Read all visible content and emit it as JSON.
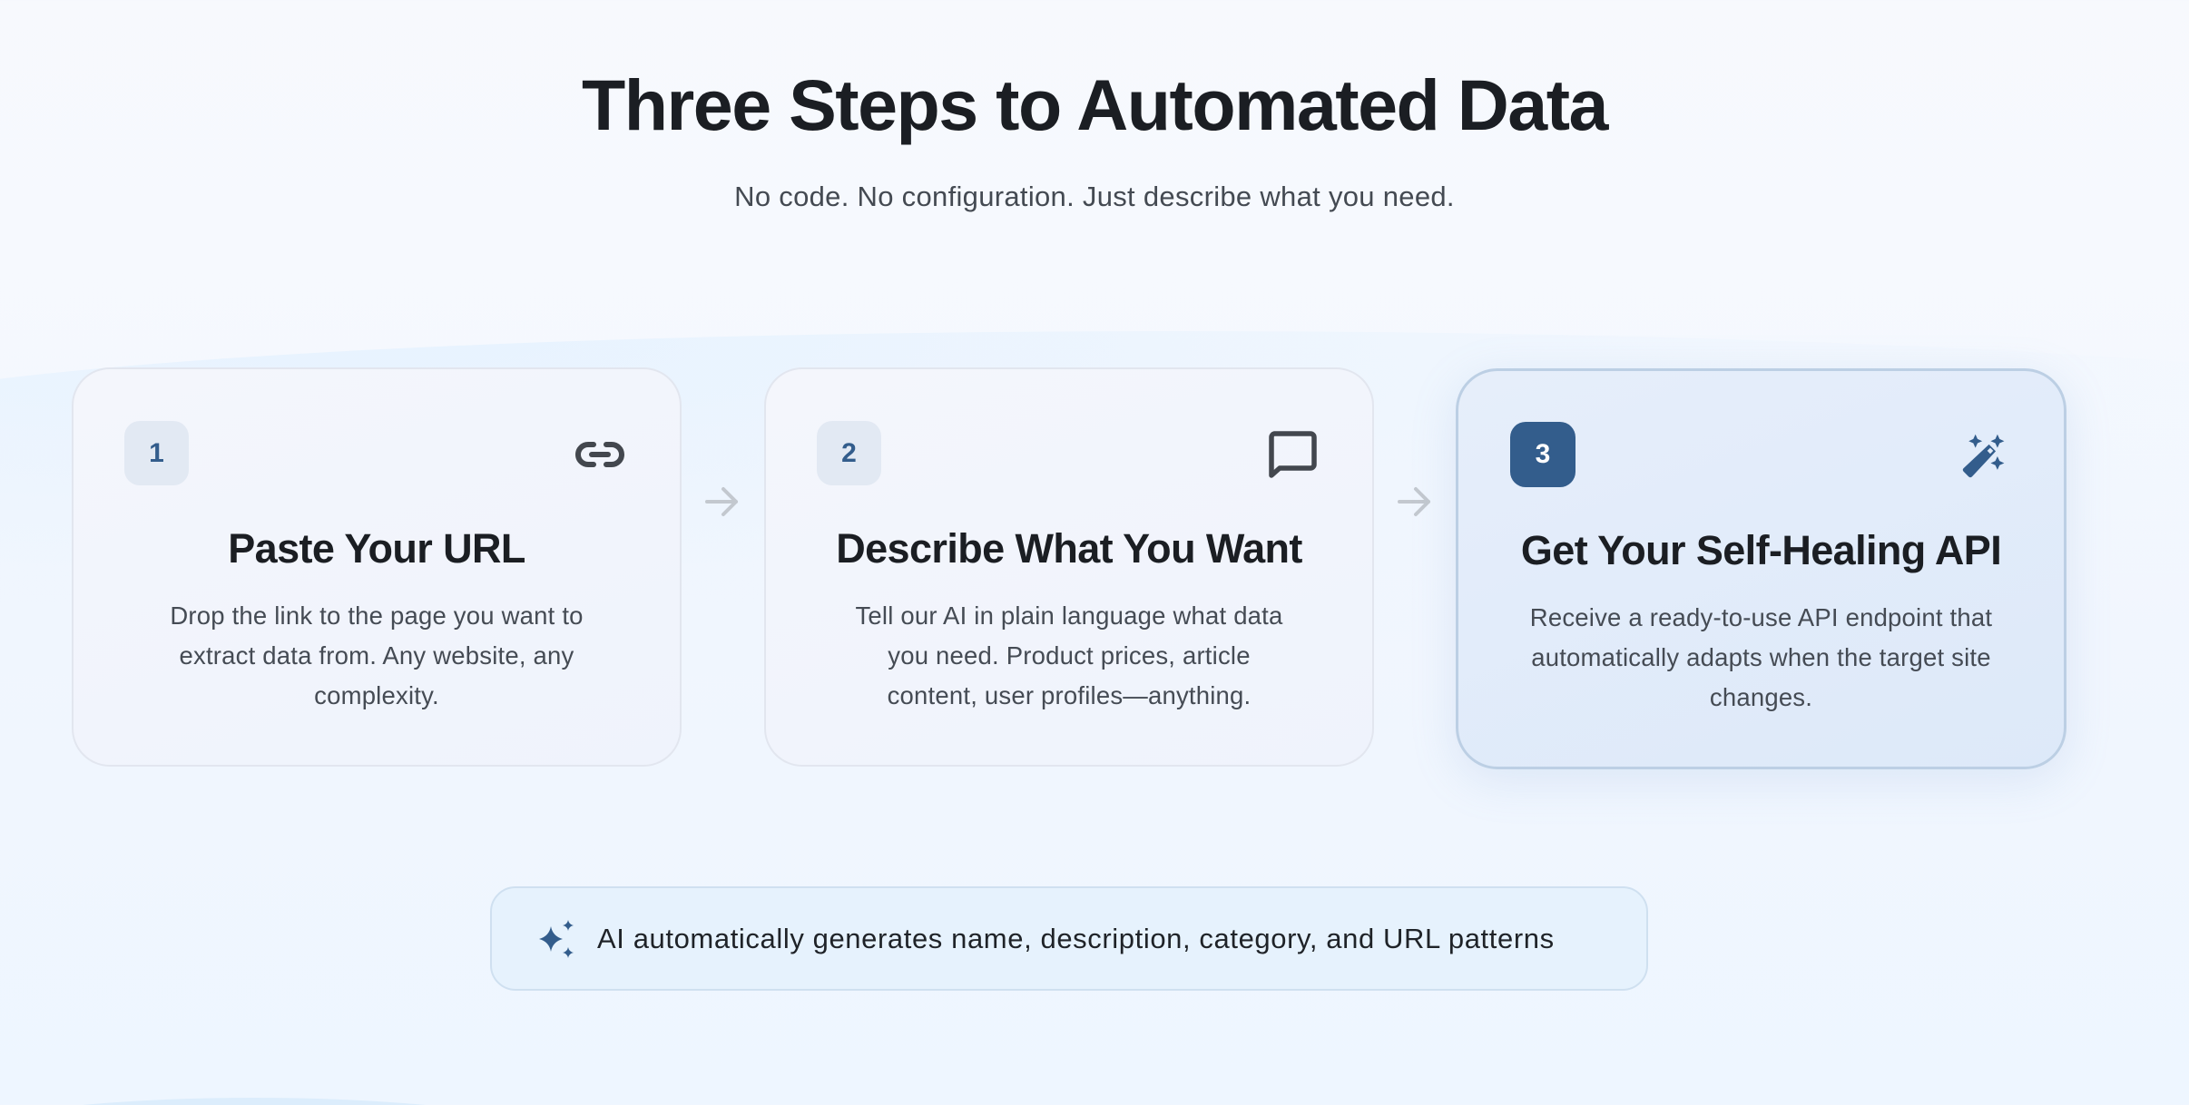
{
  "header": {
    "title": "Three Steps to Automated Data",
    "subtitle": "No code. No configuration. Just describe what you need."
  },
  "steps": [
    {
      "number": "1",
      "icon": "link-icon",
      "title": "Paste Your URL",
      "description": "Drop the link to the page you want to extract data from. Any website, any complexity.",
      "highlighted": false
    },
    {
      "number": "2",
      "icon": "chat-bubble-icon",
      "title": "Describe What You Want",
      "description": "Tell our AI in plain language what data you need. Product prices, article content, user profiles—anything.",
      "highlighted": false
    },
    {
      "number": "3",
      "icon": "magic-wand-icon",
      "title": "Get Your Self-Healing API",
      "description": "Receive a ready-to-use API endpoint that automatically adapts when the target site changes.",
      "highlighted": true
    }
  ],
  "connectors": [
    {
      "icon": "arrow-right-icon"
    },
    {
      "icon": "arrow-right-icon"
    }
  ],
  "banner": {
    "icon": "sparkles-icon",
    "text": "AI automatically generates name, description, category, and URL patterns"
  },
  "colors": {
    "accent": "#335d8c",
    "badge_bg": "#e2e9f3",
    "text_primary": "#1b1e23",
    "text_secondary": "#454b54",
    "icon_dark": "#43474e",
    "arrow": "#c3c8cf",
    "highlight_border": "#bccfe4",
    "banner_bg": "#e6f2fd",
    "banner_border": "#cfe0f0"
  }
}
